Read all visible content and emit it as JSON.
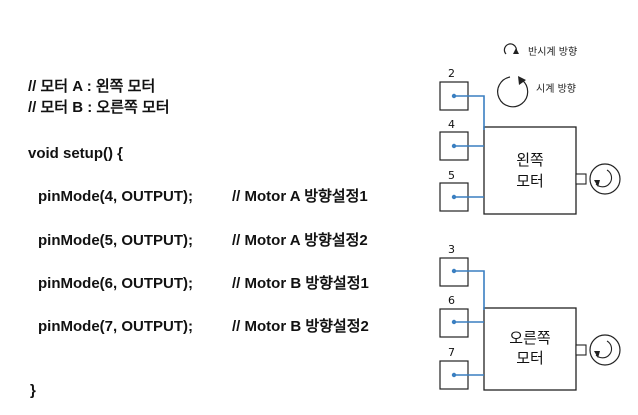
{
  "code": {
    "comment_a": "// 모터 A : 왼쪽 모터",
    "comment_b": "// 모터 B : 오른쪽 모터",
    "setup_open": "void setup() {",
    "lines": [
      {
        "stmt": "pinMode(4, OUTPUT);",
        "comment": "// Motor A 방향설정1"
      },
      {
        "stmt": "pinMode(5, OUTPUT);",
        "comment": "// Motor A 방향설정2"
      },
      {
        "stmt": "pinMode(6, OUTPUT);",
        "comment": "// Motor B 방향설정1"
      },
      {
        "stmt": "pinMode(7, OUTPUT);",
        "comment": "// Motor B 방향설정2"
      }
    ],
    "setup_close": "}"
  },
  "legend": {
    "ccw_label": "반시계 방향",
    "cw_label": "시계 방향"
  },
  "motor_a": {
    "label_line1": "왼쪽",
    "label_line2": "모터",
    "pins": [
      "2",
      "4",
      "5"
    ]
  },
  "motor_b": {
    "label_line1": "오른쪽",
    "label_line2": "모터",
    "pins": [
      "3",
      "6",
      "7"
    ]
  },
  "colors": {
    "wire": "#3a7fc1",
    "stroke": "#222222"
  }
}
